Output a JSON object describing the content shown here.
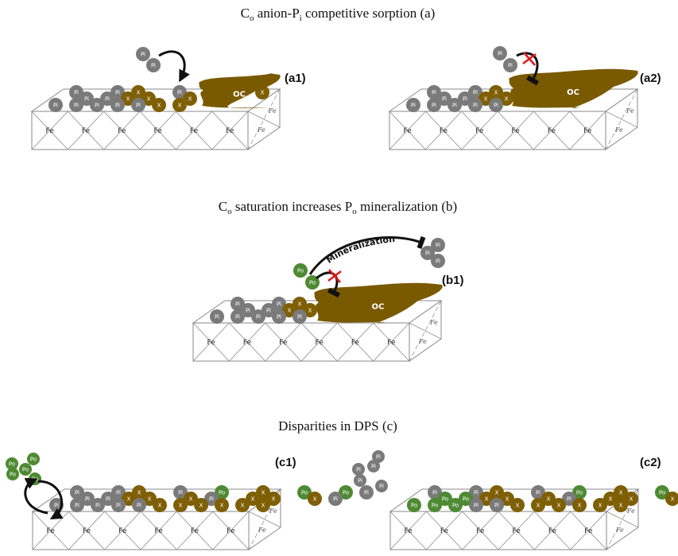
{
  "colors": {
    "pi": "#7a7a7a",
    "x": "#7f5f04",
    "po": "#4e8a33",
    "oc": "#7a5a00",
    "box_stroke": "#8a8a8a",
    "arrow": "#111111",
    "block": "#e01818"
  },
  "titles": {
    "a": {
      "c": "C",
      "c_sub": "o",
      "mid": " anion-P",
      "mid_sub": "i",
      "rest": " competitive sorption (a)"
    },
    "b": {
      "c": "C",
      "c_sub": "o",
      "mid": " saturation increases P",
      "mid_sub": "o",
      "rest": " mineralization (b)"
    },
    "c": {
      "text": "Disparities in DPS (c)"
    }
  },
  "labels": {
    "fe": "Fe",
    "oc": "OC",
    "pi": "Pi",
    "po": "Po",
    "x": "X",
    "mineralization": "Mineralization"
  },
  "panels": [
    {
      "id": "a1",
      "label": "(a1)",
      "oc": true,
      "oc_blocked": false,
      "surface": [
        "Pi",
        "Pi",
        "Pi",
        "Pi",
        "Pi",
        "X",
        "X",
        "X",
        "X",
        "Pi",
        "Pi",
        "X",
        "X",
        "Pi",
        "Pi",
        "Pi",
        "X",
        "X"
      ],
      "free": [
        {
          "type": "Pi"
        },
        {
          "type": "Pi"
        }
      ],
      "arrow": "adsorb"
    },
    {
      "id": "a2",
      "label": "(a2)",
      "oc": true,
      "oc_blocked": true,
      "surface": [
        "Pi",
        "Pi",
        "Pi",
        "Pi",
        "Pi",
        "X",
        "X",
        "X",
        "Pi",
        "Pi",
        "Pi"
      ],
      "free": [
        {
          "type": "Pi"
        },
        {
          "type": "Pi"
        }
      ],
      "arrow": "blocked"
    },
    {
      "id": "b1",
      "label": "(b1)",
      "oc": true,
      "oc_blocked": true,
      "surface": [
        "Pi",
        "Pi",
        "Pi",
        "Pi",
        "Pi",
        "X",
        "X",
        "X",
        "Pi",
        "Pi",
        "Pi"
      ],
      "free": [
        {
          "type": "Po"
        },
        {
          "type": "Po"
        }
      ],
      "products": [
        {
          "type": "Pi"
        },
        {
          "type": "Pi"
        },
        {
          "type": "Pi"
        }
      ],
      "arrow": "mineralization"
    },
    {
      "id": "c1",
      "label": "(c1)",
      "oc": false,
      "free": [
        {
          "type": "Po"
        },
        {
          "type": "Po"
        },
        {
          "type": "Po"
        },
        {
          "type": "Po"
        },
        {
          "type": "Po"
        }
      ],
      "arrow": "exchange"
    },
    {
      "id": "c2",
      "label": "(c2)",
      "oc": false,
      "free": [
        {
          "type": "Pi"
        },
        {
          "type": "Pi"
        },
        {
          "type": "Pi"
        },
        {
          "type": "Pi"
        },
        {
          "type": "Pi"
        }
      ],
      "arrow": "none"
    }
  ]
}
